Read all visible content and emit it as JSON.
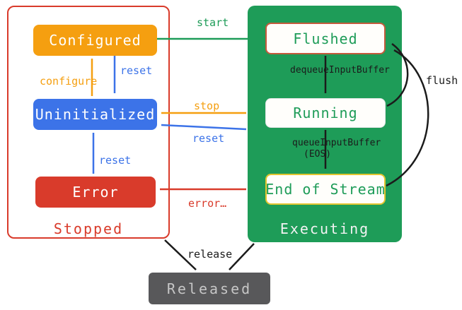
{
  "diagram": {
    "stopped": {
      "label": "Stopped",
      "states": [
        {
          "id": "configured",
          "label": "Configured"
        },
        {
          "id": "uninitialized",
          "label": "Uninitialized"
        },
        {
          "id": "error",
          "label": "Error"
        }
      ]
    },
    "executing": {
      "label": "Executing",
      "states": [
        {
          "id": "flushed",
          "label": "Flushed"
        },
        {
          "id": "running",
          "label": "Running"
        },
        {
          "id": "end_of_stream",
          "label": "End of Stream"
        }
      ]
    },
    "released": {
      "label": "Released"
    },
    "transitions": {
      "start": "start",
      "configure": "configure",
      "reset_from_configured": "reset",
      "reset_from_error": "reset",
      "stop": "stop",
      "reset_from_executing": "reset",
      "error": "error…",
      "dequeue_input_buffer": "dequeueInputBuffer",
      "queue_input_buffer": "queueInputBuffer",
      "queue_input_buffer_eos": "(EOS)",
      "flush": "flush",
      "release": "release"
    }
  },
  "colors": {
    "red": "#d93b2b",
    "orange": "#f59f10",
    "blue": "#3c73e8",
    "green": "#1e9c58",
    "black": "#1b1b1b",
    "gray": "#58585a",
    "gray-text": "#c6c6c6",
    "flushed-border": "#c45a3c",
    "eos-border": "#e3c52f"
  }
}
